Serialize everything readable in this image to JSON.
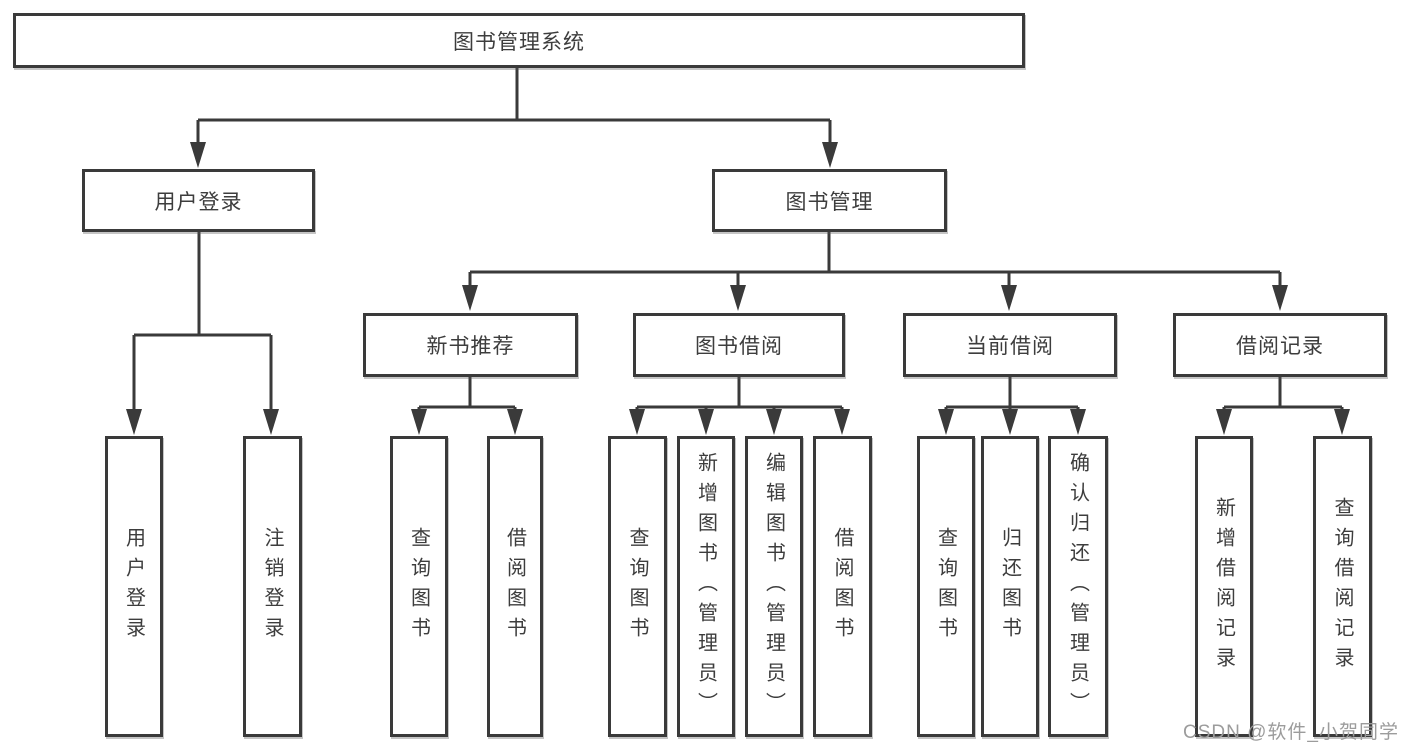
{
  "diagram": {
    "root": {
      "label": "图书管理系统"
    },
    "level2": [
      {
        "label": "用户登录"
      },
      {
        "label": "图书管理"
      }
    ],
    "level3": [
      {
        "label": "新书推荐"
      },
      {
        "label": "图书借阅"
      },
      {
        "label": "当前借阅"
      },
      {
        "label": "借阅记录"
      }
    ],
    "leaves": {
      "user_login": [
        "用户登录",
        "注销登录"
      ],
      "new_book_recommend": [
        "查询图书",
        "借阅图书"
      ],
      "book_borrow": [
        "查询图书",
        "新增图书（管理员）",
        "编辑图书（管理员）",
        "借阅图书"
      ],
      "current_borrow": [
        "查询图书",
        "归还图书",
        "确认归还（管理员）"
      ],
      "borrow_record": [
        "新增借阅记录",
        "查询借阅记录"
      ]
    }
  },
  "watermark": "CSDN @软件_小贺同学",
  "colors": {
    "line": "#3a3a3a",
    "text": "#3d3d3d",
    "watermark": "#9c9c9c",
    "background": "#ffffff"
  }
}
